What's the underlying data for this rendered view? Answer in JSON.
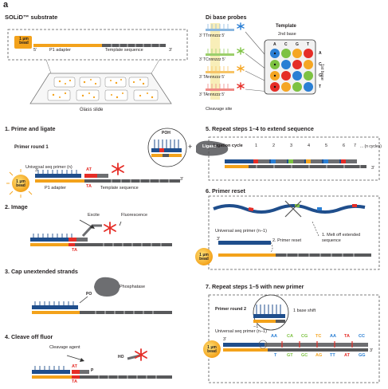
{
  "figure_label": "a",
  "solid": {
    "title": "SOLiD™ substrate",
    "bead": "1 μm bead",
    "five_prime": "5'",
    "three_prime": "3'",
    "p1_adapter": "P1 adapter",
    "template_sequence": "Template sequence",
    "glass_slide": "Glass slide"
  },
  "di_probes": {
    "title": "Di base probes",
    "probes": [
      "3' TTnnnzzz 5'",
      "3' TCnnnzzz 5'",
      "3' TAnnnzzz 5'",
      "3' TAnnnzzz 5'"
    ],
    "cleavage_site": "Cleavage site",
    "template_label": "Template",
    "second_base": "2nd base",
    "first_base": "1st base",
    "bases": [
      "A",
      "C",
      "G",
      "T"
    ],
    "colors": {
      "blue": "#2a7fd4",
      "green": "#7dc242",
      "yellow": "#f5a623",
      "red": "#e52d27"
    }
  },
  "step1": {
    "title": "1. Prime and ligate",
    "primer_round": "Primer round 1",
    "poh": "POH",
    "plus": "+",
    "ligase": "Ligase",
    "universal": "Universal seq primer (n)",
    "at": "AT",
    "ta": "TA",
    "three_prime": "3'",
    "bead": "1 μm bead",
    "p1_adapter": "P1 adapter",
    "template_sequence": "Template sequence"
  },
  "step2": {
    "title": "2. Image",
    "excite": "Excite",
    "fluorescence": "Fluorescence",
    "ta": "TA"
  },
  "step3": {
    "title": "3. Cap unextended strands",
    "po": "PO",
    "phosphatase": "Phosphatase"
  },
  "step4": {
    "title": "4. Cleave off fluor",
    "cleavage_agent": "Cleavage agent",
    "ho": "HO",
    "at": "AT",
    "ta": "TA",
    "p": "P"
  },
  "step5": {
    "title": "5. Repeat steps 1–4 to extend sequence",
    "ligation_cycle": "Ligation cycle",
    "cycles": [
      "1",
      "2",
      "3",
      "4",
      "5",
      "6",
      "7",
      "... (n cycles)"
    ],
    "three_prime": "3'"
  },
  "step6": {
    "title": "6. Primer reset",
    "universal": "Universal seq primer (n−1)",
    "three_prime": "3'",
    "primer_reset": "2. Primer reset",
    "melt_off": "1. Melt off extended sequence",
    "bead": "1 μm bead"
  },
  "step7": {
    "title": "7. Repeat steps 1–5 with new primer",
    "primer_round": "Primer round 2",
    "base_shift": "1 base shift",
    "minus_one": "−1",
    "universal": "Universal seq primer (n−1)",
    "three_prime": "3'",
    "bead": "1 μm bead",
    "top_pairs": [
      "AA",
      "CA",
      "CG",
      "TC",
      "AA",
      "TA",
      "CC"
    ],
    "bottom_pairs": [
      "T",
      "GT",
      "GC",
      "AG",
      "TT",
      "AT",
      "GG"
    ]
  }
}
